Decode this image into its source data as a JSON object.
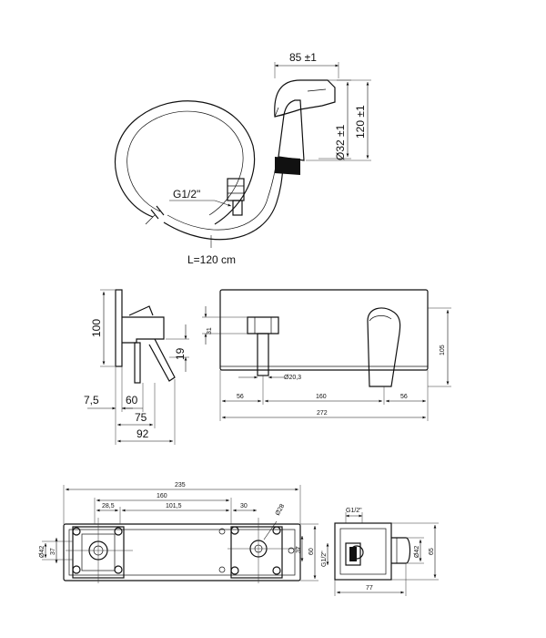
{
  "hose": {
    "thread": "G1/2\"",
    "length": "L=120 cm"
  },
  "handset": {
    "width": "85 ±1",
    "diameter": "Ø32 ±1",
    "height": "120 ±1"
  },
  "side_view": {
    "height": "100",
    "lever": "19",
    "d1": "7,5",
    "d2": "60",
    "d3": "75",
    "d4": "92"
  },
  "front_view": {
    "outlet_height": "31",
    "outlet_diameter": "Ø20,3",
    "left_offset": "56",
    "center_distance": "160",
    "right_offset": "56",
    "total_width": "272",
    "height": "105"
  },
  "box_plan": {
    "total": "235",
    "inner": "160",
    "left": "28,5",
    "middle": "101,5",
    "right": "30",
    "hole": "Ø28",
    "d42": "Ø42",
    "h37a": "37",
    "h37b": "37",
    "h60": "60"
  },
  "box_side": {
    "thread": "G1/2\"",
    "thread_vertical": "G1/2\"",
    "d42": "Ø42",
    "h65": "65",
    "width": "77"
  }
}
